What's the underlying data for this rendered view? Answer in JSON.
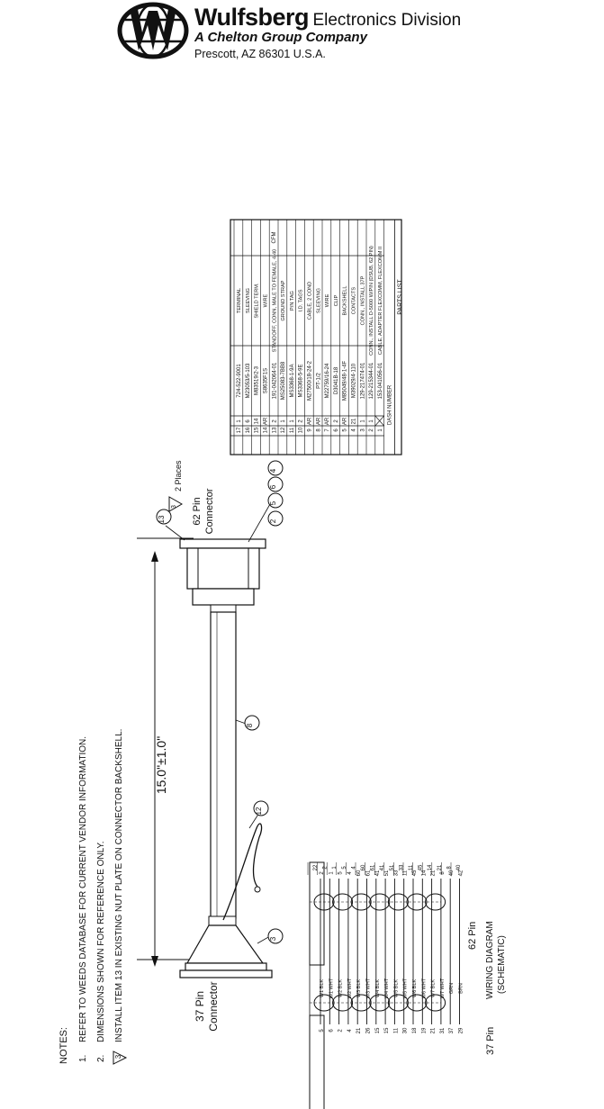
{
  "header": {
    "brand": "Wulfsberg",
    "division": "Electronics Division",
    "company": "A Chelton Group Company",
    "address": "Prescott, AZ  86301  U.S.A."
  },
  "notes": {
    "heading": "NOTES:",
    "items": [
      {
        "num": "1.",
        "text": "REFER TO WEEDS DATABASE FOR CURRENT VENDOR INFORMATION."
      },
      {
        "num": "2.",
        "text": "DIMENSIONS SHOWN FOR REFERENCE ONLY."
      },
      {
        "num": "3",
        "text": "INSTALL ITEM 13 IN EXISTING NUT PLATE ON CONNECTOR BACKSHELL."
      }
    ]
  },
  "assembly": {
    "dimension": "15.0\"±1.0\"",
    "left_connector": [
      "37 Pin",
      "Connector"
    ],
    "right_connector": [
      "62 Pin",
      "Connector"
    ],
    "places": "2 Places",
    "balloons": {
      "top_item": "13",
      "top_flag": "3",
      "right": [
        "2",
        "5",
        "6",
        "4"
      ],
      "cable": "8",
      "strap": "12",
      "backshell": "3"
    }
  },
  "parts_list": {
    "title": "PARTS LIST",
    "dash_label": "DASH NUMBER",
    "cfm": "CFM",
    "rows": [
      {
        "qty": "1",
        "item": "17",
        "pn": "724-522-9001",
        "desc": "TERMINAL"
      },
      {
        "qty": "6",
        "item": "16",
        "pn": "M23053/5-103",
        "desc": "SLEEVING"
      },
      {
        "qty": "14",
        "item": "15",
        "pn": "M83519/2-3",
        "desc": "SHIELD TERM."
      },
      {
        "qty": "AR",
        "item": "14",
        "pn": "S8635F1S",
        "desc": "WIRE"
      },
      {
        "qty": "2",
        "item": "13",
        "pn": "191-042064-01",
        "desc": "STANDOFF, CONN, MALE TO FEMALE, 4-40"
      },
      {
        "qty": "1",
        "item": "12",
        "pn": "MS25083-7BB8",
        "desc": "GROUND STRAP"
      },
      {
        "qty": "1",
        "item": "11",
        "pn": "MS3368-1-9A",
        "desc": "P/N TAG"
      },
      {
        "qty": "2",
        "item": "10",
        "pn": "MS3368-5-9E",
        "desc": "I.D. TAGS"
      },
      {
        "qty": "AR",
        "item": "9",
        "pn": "M27500/18-24-2",
        "desc": "CABLE, 2 COND"
      },
      {
        "qty": "AR",
        "item": "8",
        "pn": "PT-1/2",
        "desc": "SLEEVING"
      },
      {
        "qty": "AR",
        "item": "7",
        "pn": "M22759/16-24",
        "desc": "WIRE"
      },
      {
        "qty": "2",
        "item": "6",
        "pn": "D3041B-18",
        "desc": "CLIP"
      },
      {
        "qty": "AR",
        "item": "5",
        "pn": "M85049/48-1-4F",
        "desc": "BACKSHELL"
      },
      {
        "qty": "21",
        "item": "4",
        "pn": "M39029/4-110",
        "desc": "CONTACTS"
      },
      {
        "qty": "1",
        "item": "3",
        "pn": "129-217474-01",
        "desc": "CONN., INSTALL 37P"
      },
      {
        "qty": "1",
        "item": "2",
        "pn": "129-215344-01",
        "desc": "CONN., INSTALL D-5000 W/PIN (DSUB, 62 PIN)"
      },
      {
        "qty": "",
        "item": "1",
        "pn": "153-041056-01",
        "desc": "CABLE, ADAPTER FLEXCOMM, FLEXCOMM II"
      }
    ]
  },
  "wiring": {
    "title": "WIRING DIAGRAM",
    "subtitle": "(SCHEMATIC)",
    "left_label": "37 Pin",
    "right_label": "62 Pin",
    "right_pins": [
      "22",
      "2",
      "1",
      "5",
      "4",
      "60",
      "61",
      "41",
      "51",
      "33",
      "11",
      "45",
      "14",
      "21",
      "8",
      "40"
    ],
    "wires": [
      {
        "label": "W1 BLK",
        "left": "5",
        "right": "2"
      },
      {
        "label": "W1 WHT",
        "left": "6",
        "right": "1"
      },
      {
        "label": "W2 BLK",
        "left": "2",
        "right": "5"
      },
      {
        "label": "W2 WHT",
        "left": "4",
        "right": "4"
      },
      {
        "label": "W3 BLK",
        "left": "21",
        "right": "60"
      },
      {
        "label": "W3 WHT",
        "left": "26",
        "right": "61"
      },
      {
        "label": "W4 BLK",
        "left": "15",
        "right": "41"
      },
      {
        "label": "W4 WHT",
        "left": "15",
        "right": "51"
      },
      {
        "label": "W5 BLK",
        "left": "11",
        "right": "33"
      },
      {
        "label": "W5 WHT",
        "left": "30",
        "right": "11"
      },
      {
        "label": "W6 BLK",
        "left": "18",
        "right": "45"
      },
      {
        "label": "W6 WHT",
        "left": "19",
        "right": "14"
      },
      {
        "label": "W7 BLK",
        "left": "21",
        "right": "21"
      },
      {
        "label": "W7 WHT",
        "left": "31",
        "right": "8"
      },
      {
        "label": "GRN",
        "left": "37",
        "right": "40"
      },
      {
        "label": "BRN",
        "left": "29",
        "right": "42"
      }
    ]
  }
}
